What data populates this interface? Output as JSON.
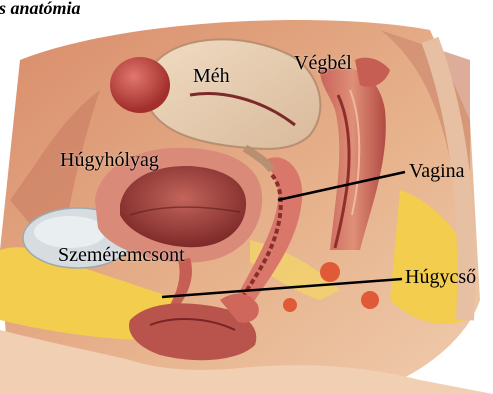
{
  "title": "os anatómia",
  "labels": {
    "meh": "Méh",
    "vegbel": "Végbél",
    "hugyholyag": "Húgyhólyag",
    "vagina": "Vagina",
    "szemeremcsont": "Szeméremcsont",
    "hugycso": "Húgycső"
  },
  "colors": {
    "background": "#ffffff",
    "skin": "#e7b48e",
    "muscle": "#b9544d",
    "uterus": "#e6ccb0",
    "fat": "#f2cd4e",
    "bone": "#d6dcdf",
    "label_text": "#000000",
    "leader_line": "#000000"
  }
}
